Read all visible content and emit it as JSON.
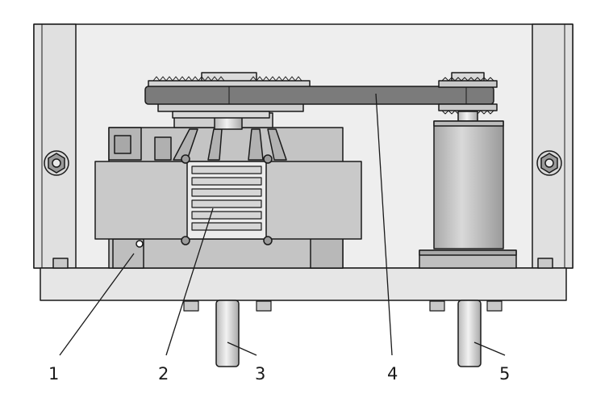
{
  "diagram": {
    "callouts": [
      {
        "id": "c1",
        "label": "1"
      },
      {
        "id": "c2",
        "label": "2"
      },
      {
        "id": "c3",
        "label": "3"
      },
      {
        "id": "c4",
        "label": "4"
      },
      {
        "id": "c5",
        "label": "5"
      }
    ]
  },
  "colors": {
    "outline": "#1a1a1a",
    "housing": "#e4e4e4",
    "body": "#c6c6c6",
    "dark": "#6e6e6e",
    "belt": "#7a7a7a",
    "shaft": "#d2d2d2"
  }
}
